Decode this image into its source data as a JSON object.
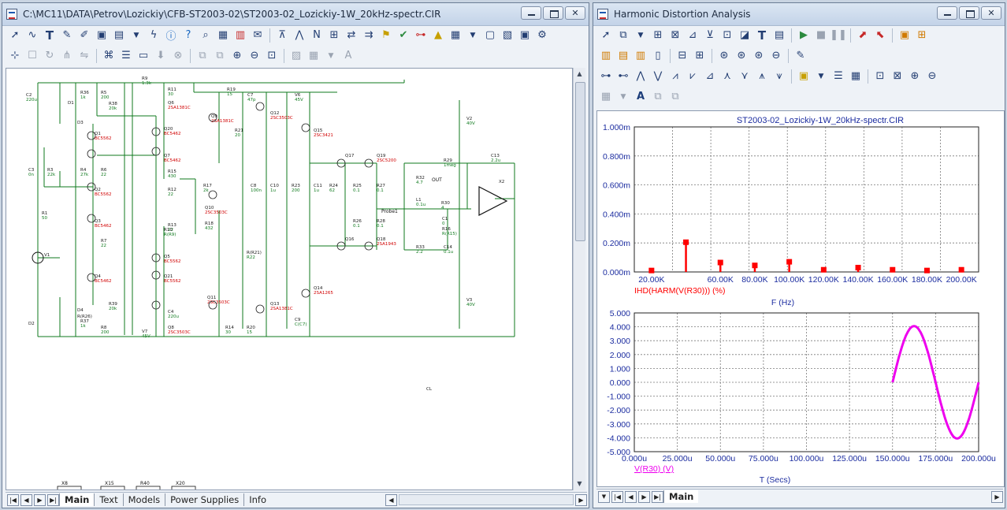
{
  "left_window": {
    "title": "C:\\MC11\\DATA\\Petrov\\Lozickiy\\CFB-ST2003-02\\ST2003-02_Lozickiy-1W_20kHz-spectr.CIR",
    "tabs": [
      "Main",
      "Text",
      "Models",
      "Power Supplies",
      "Info"
    ],
    "active_tab": "Main",
    "toolbar1_icons": [
      "select-arrow-icon",
      "wire-icon",
      "text-tool-icon",
      "pencil-icon",
      "draw-icon",
      "component-icon",
      "clipboard-icon",
      "dropdown-icon",
      "lightning-icon",
      "info-icon",
      "help-icon",
      "find-icon",
      "attributes-icon",
      "grid-icon",
      "properties-icon",
      "pin-icon",
      "node-icon",
      "net-icon",
      "bus-icon",
      "transfer-icon",
      "probe-icon",
      "flag-icon",
      "warning-icon",
      "grid-pattern-icon",
      "page-icon",
      "image-icon",
      "window-icon"
    ],
    "schematic": {
      "components": [
        {
          "ref": "C2",
          "value": "220u"
        },
        {
          "ref": "D1",
          "value": ""
        },
        {
          "ref": "R36",
          "value": "1k"
        },
        {
          "ref": "R5",
          "value": "200"
        },
        {
          "ref": "R38",
          "value": "20k"
        },
        {
          "ref": "R9",
          "value": "1.3k"
        },
        {
          "ref": "R11",
          "value": "30"
        },
        {
          "ref": "Q6",
          "value": "2SA1381C"
        },
        {
          "ref": "Q9",
          "value": "2SA1381C"
        },
        {
          "ref": "R19",
          "value": "15"
        },
        {
          "ref": "C7",
          "value": "47p"
        },
        {
          "ref": "Q12",
          "value": "2SC3503C"
        },
        {
          "ref": "V6",
          "value": "45V"
        },
        {
          "ref": "V2",
          "value": "40V"
        },
        {
          "ref": "Q15",
          "value": "2SC3421"
        },
        {
          "ref": "D3",
          "value": ""
        },
        {
          "ref": "Q1",
          "value": "BC5562"
        },
        {
          "ref": "Q20",
          "value": "BC5462"
        },
        {
          "ref": "Q7",
          "value": "BC5462"
        },
        {
          "ref": "R21",
          "value": "20"
        },
        {
          "ref": "R15",
          "value": "430"
        },
        {
          "ref": "R4",
          "value": "27k"
        },
        {
          "ref": "R6",
          "value": "22"
        },
        {
          "ref": "R3",
          "value": "22k"
        },
        {
          "ref": "C3",
          "value": "0n"
        },
        {
          "ref": "Q2",
          "value": "BC5562"
        },
        {
          "ref": "R12",
          "value": "22"
        },
        {
          "ref": "R17",
          "value": "2k"
        },
        {
          "ref": "C8",
          "value": "100n"
        },
        {
          "ref": "C10",
          "value": "1u"
        },
        {
          "ref": "R23",
          "value": "200"
        },
        {
          "ref": "C11",
          "value": "1u"
        },
        {
          "ref": "R24",
          "value": "62"
        },
        {
          "ref": "R25",
          "value": "0.1"
        },
        {
          "ref": "R27",
          "value": "0.1"
        },
        {
          "ref": "Q17",
          "value": ""
        },
        {
          "ref": "Q19",
          "value": "2SC5200"
        },
        {
          "ref": "R29",
          "value": "1meg"
        },
        {
          "ref": "C13",
          "value": "2.2u"
        },
        {
          "ref": "R32",
          "value": "4.7"
        },
        {
          "ref": "L1",
          "value": "0.1u"
        },
        {
          "ref": "R30",
          "value": "4"
        },
        {
          "ref": "X2",
          "value": ""
        },
        {
          "ref": "R1",
          "value": "50"
        },
        {
          "ref": "Q3",
          "value": "BC5462"
        },
        {
          "ref": "R13",
          "value": "22"
        },
        {
          "ref": "Q10",
          "value": "2SC3503C"
        },
        {
          "ref": "R18",
          "value": "432"
        },
        {
          "ref": "R26",
          "value": "0.1"
        },
        {
          "ref": "R28",
          "value": "0.1"
        },
        {
          "ref": "Q16",
          "value": ""
        },
        {
          "ref": "Q18",
          "value": "2SA1943"
        },
        {
          "ref": "V1",
          "value": ""
        },
        {
          "ref": "R7",
          "value": "22"
        },
        {
          "ref": "R(R21)",
          "value": "R22"
        },
        {
          "ref": "R33",
          "value": "2.2"
        },
        {
          "ref": "C14",
          "value": "0.1u"
        },
        {
          "ref": "Q5",
          "value": "BC5562"
        },
        {
          "ref": "Q4",
          "value": "BC5462"
        },
        {
          "ref": "Q21",
          "value": "BC5562"
        },
        {
          "ref": "Q14",
          "value": "2SA1265"
        },
        {
          "ref": "Q11",
          "value": "2SC3503C"
        },
        {
          "ref": "Q13",
          "value": "2SA1381C"
        },
        {
          "ref": "V3",
          "value": "40V"
        },
        {
          "ref": "D4",
          "value": ""
        },
        {
          "ref": "R(R26)",
          "value": ""
        },
        {
          "ref": "R39",
          "value": "20k"
        },
        {
          "ref": "R37",
          "value": "1k"
        },
        {
          "ref": "R8",
          "value": "200"
        },
        {
          "ref": "D2",
          "value": ""
        },
        {
          "ref": "C4",
          "value": "220u"
        },
        {
          "ref": "Q8",
          "value": "2SC3503C"
        },
        {
          "ref": "R14",
          "value": "30"
        },
        {
          "ref": "R20",
          "value": "15"
        },
        {
          "ref": "C9",
          "value": "C(C7)"
        },
        {
          "ref": "V7",
          "value": "45V"
        },
        {
          "ref": "R10",
          "value": "R(R9)"
        },
        {
          "ref": "R16",
          "value": "R(R15)"
        },
        {
          "ref": "C1",
          "value": "0"
        },
        {
          "ref": "CL",
          "value": ""
        }
      ],
      "net_labels": [
        "OUT",
        "Probe1"
      ],
      "bottom_parts": [
        "X8",
        "X15",
        "R40",
        "X20"
      ]
    }
  },
  "right_window": {
    "title": "Harmonic Distortion Analysis",
    "tabs": [
      "Main"
    ],
    "active_tab": "Main",
    "chart_title": "ST2003-02_Lozickiy-1W_20kHz-spectr.CIR"
  },
  "chart_data": [
    {
      "type": "bar",
      "title": "ST2003-02_Lozickiy-1W_20kHz-spectr.CIR",
      "xlabel": "F (Hz)",
      "series_label": "IHD(HARM(V(R30))) (%)",
      "series_color": "#ff0000",
      "x_ticks": [
        "20.00K",
        "60.00K",
        "80.00K",
        "100.00K",
        "120.00K",
        "140.00K",
        "160.00K",
        "180.00K",
        "200.00K"
      ],
      "y_ticks": [
        "1.000m",
        "0.800m",
        "0.600m",
        "0.400m",
        "0.200m",
        "0.000m"
      ],
      "xlim": [
        10000,
        210000
      ],
      "ylim": [
        0,
        0.001
      ],
      "grid": true,
      "points": [
        {
          "x": 20000,
          "y": 1e-05
        },
        {
          "x": 40000,
          "y": 0.000205
        },
        {
          "x": 60000,
          "y": 6.5e-05
        },
        {
          "x": 80000,
          "y": 4.5e-05
        },
        {
          "x": 100000,
          "y": 7e-05
        },
        {
          "x": 120000,
          "y": 1.5e-05
        },
        {
          "x": 140000,
          "y": 3e-05
        },
        {
          "x": 160000,
          "y": 1.5e-05
        },
        {
          "x": 180000,
          "y": 1e-05
        },
        {
          "x": 200000,
          "y": 1.5e-05
        }
      ]
    },
    {
      "type": "line",
      "xlabel": "T (Secs)",
      "series_label": "V(R30) (V)",
      "series_color": "#ee00ee",
      "x_ticks": [
        "0.000u",
        "25.000u",
        "50.000u",
        "75.000u",
        "100.000u",
        "125.000u",
        "150.000u",
        "175.000u",
        "200.000u"
      ],
      "y_ticks": [
        "5.000",
        "4.000",
        "3.000",
        "2.000",
        "1.000",
        "0.000",
        "-1.000",
        "-2.000",
        "-3.000",
        "-4.000",
        "-5.000"
      ],
      "xlim": [
        0,
        0.0002
      ],
      "ylim": [
        -5,
        5
      ],
      "grid": true,
      "amplitude": 4.05,
      "frequency_hz": 20000,
      "t_start": 0.00015,
      "t_end": 0.0002
    }
  ]
}
